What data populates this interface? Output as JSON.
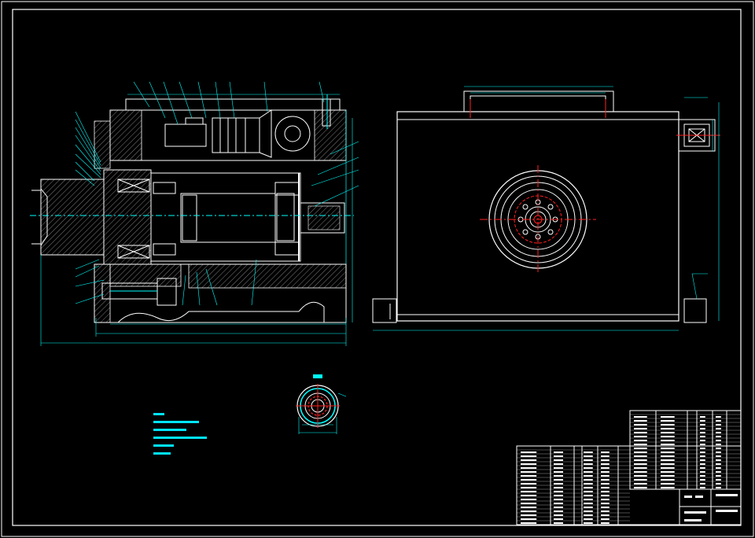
{
  "drawing": {
    "background": "#000000",
    "colors": {
      "outline": "#ffffff",
      "dimension": "#00ffff",
      "centerline": "#ff2020"
    },
    "views": [
      "section-view",
      "top-view",
      "detail-view"
    ],
    "title_block": {
      "present": true
    },
    "notes_block": {
      "present": true,
      "line_count": 6
    }
  }
}
